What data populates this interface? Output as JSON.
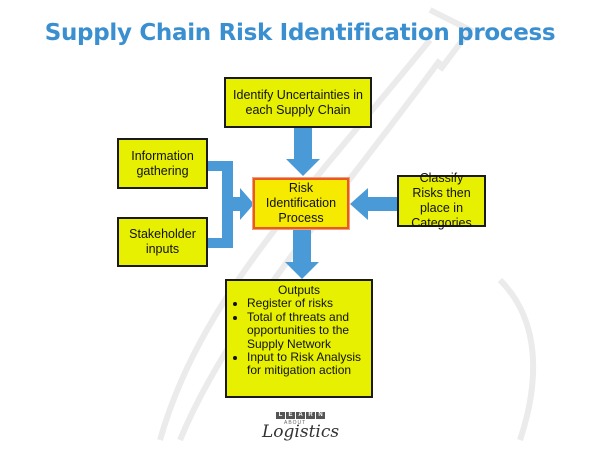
{
  "title": "Supply Chain Risk Identification process",
  "nodes": {
    "identify": "Identify Uncertainties in each Supply Chain",
    "info": "Information gathering",
    "stakeholder": "Stakeholder inputs",
    "process": "Risk Identification Process",
    "classify": "Classify Risks then place in Categories",
    "outputs": {
      "heading": "Outputs",
      "items": [
        "Register of risks",
        "Total of threats and opportunities to the Supply Network",
        "Input to Risk Analysis for mitigation action"
      ]
    }
  },
  "logo": {
    "letters": [
      "L",
      "E",
      "A",
      "R",
      "N"
    ],
    "middle": "ABOUT",
    "script": "Logistics"
  },
  "colors": {
    "title": "#3a8fd0",
    "box_fill": "#e6f000",
    "center_border": "#e8582a",
    "arrow": "#4a9ad8"
  }
}
